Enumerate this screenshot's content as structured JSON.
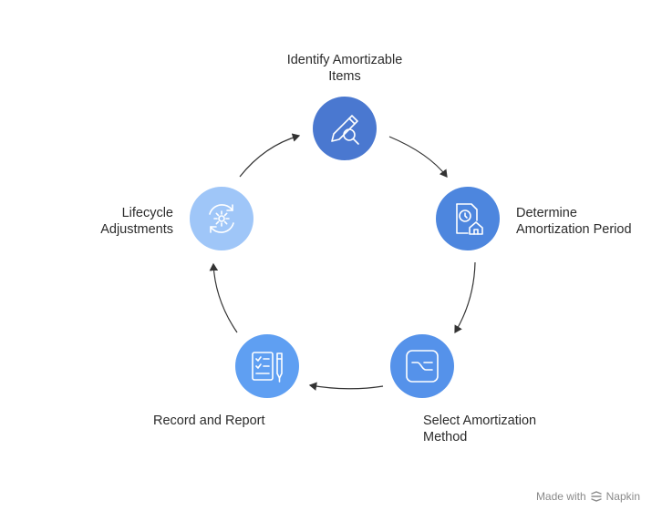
{
  "steps": [
    {
      "id": "identify",
      "lines": [
        "Identify Amortizable",
        "Items"
      ],
      "icon": "pencil-magnifier-icon",
      "color": "#4a78d0"
    },
    {
      "id": "period",
      "lines": [
        "Determine",
        "Amortization Period"
      ],
      "icon": "document-clock-house-icon",
      "color": "#4d86de"
    },
    {
      "id": "method",
      "lines": [
        "Select Amortization",
        "Method"
      ],
      "icon": "curve-chart-icon",
      "color": "#5592ea"
    },
    {
      "id": "record",
      "lines": [
        "Record and Report"
      ],
      "icon": "checklist-pen-icon",
      "color": "#5f9ff2"
    },
    {
      "id": "lifecycle",
      "lines": [
        "Lifecycle",
        "Adjustments"
      ],
      "icon": "gear-cycle-icon",
      "color": "#9fc6f8"
    }
  ],
  "footer": {
    "made_with": "Made with",
    "brand": "Napkin"
  }
}
